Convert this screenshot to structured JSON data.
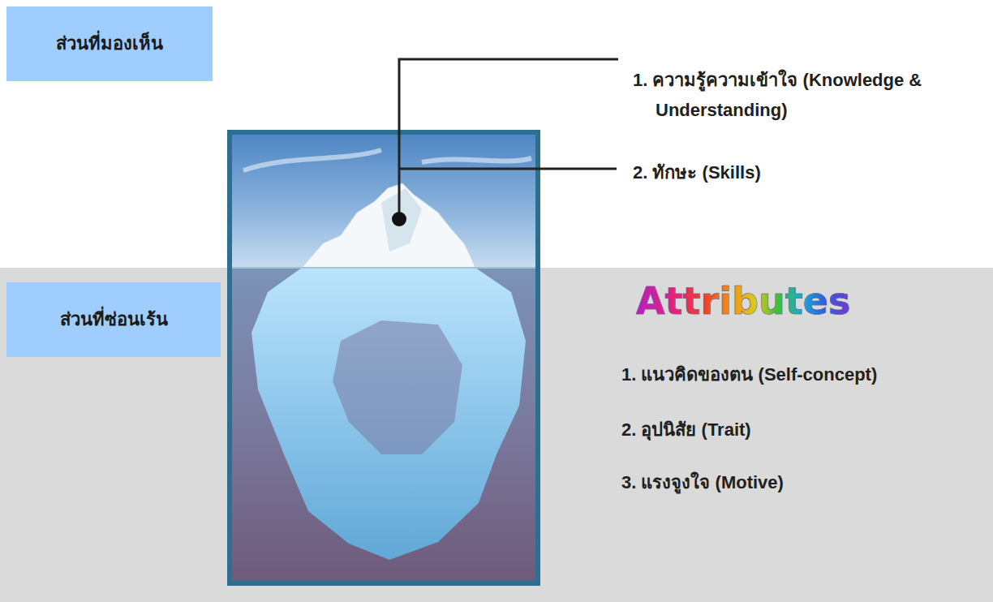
{
  "diagram": {
    "nodes": [
      {
        "text": [
          "ส่วนที่มองเห็น"
        ]
      },
      {
        "text": [
          "ส่วนที่ซ่อนเร้น"
        ]
      }
    ],
    "labels": [
      "1. ความรู้ความเข้าใจ (Knowledge & Understanding)",
      "2. ทักษะ (Skills)",
      "Attributes",
      "1. แนวคิดของตน (Self-concept)",
      "2. อุปนิสัย (Trait)",
      "3. แรงจูงใจ (Motive)"
    ]
  }
}
